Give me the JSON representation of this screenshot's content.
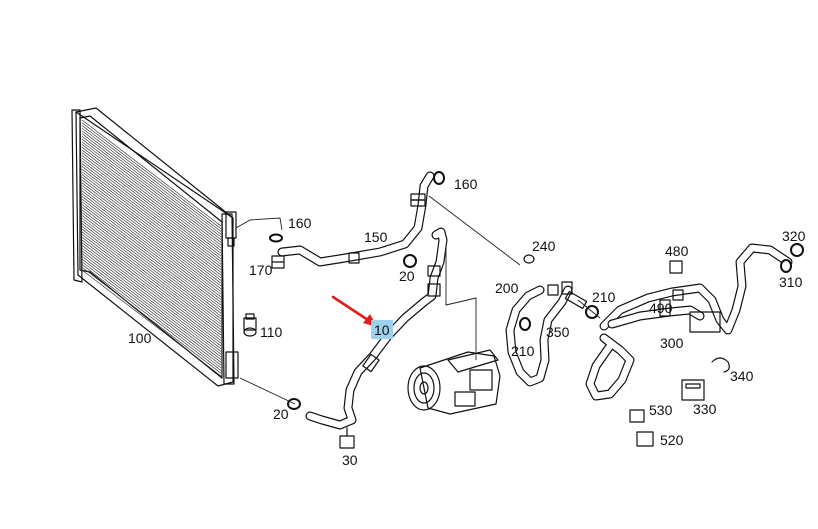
{
  "diagram": {
    "highlighted_callout": "10",
    "arrow_color": "#e21b1b",
    "highlight_color": "#9ed0ee",
    "callouts": [
      {
        "id": "c100",
        "text": "100"
      },
      {
        "id": "c110",
        "text": "110"
      },
      {
        "id": "c160a",
        "text": "160"
      },
      {
        "id": "c170",
        "text": "170"
      },
      {
        "id": "c150",
        "text": "150"
      },
      {
        "id": "c160b",
        "text": "160"
      },
      {
        "id": "c20a",
        "text": "20"
      },
      {
        "id": "c10",
        "text": "10"
      },
      {
        "id": "c20b",
        "text": "20"
      },
      {
        "id": "c30",
        "text": "30"
      },
      {
        "id": "c240",
        "text": "240"
      },
      {
        "id": "c200",
        "text": "200"
      },
      {
        "id": "c210a",
        "text": "210"
      },
      {
        "id": "c350",
        "text": "350"
      },
      {
        "id": "c210b",
        "text": "210"
      },
      {
        "id": "c480",
        "text": "480"
      },
      {
        "id": "c490",
        "text": "490"
      },
      {
        "id": "c300",
        "text": "300"
      },
      {
        "id": "c320",
        "text": "320"
      },
      {
        "id": "c310",
        "text": "310"
      },
      {
        "id": "c340",
        "text": "340"
      },
      {
        "id": "c330",
        "text": "330"
      },
      {
        "id": "c530",
        "text": "530"
      },
      {
        "id": "c520",
        "text": "520"
      }
    ]
  }
}
